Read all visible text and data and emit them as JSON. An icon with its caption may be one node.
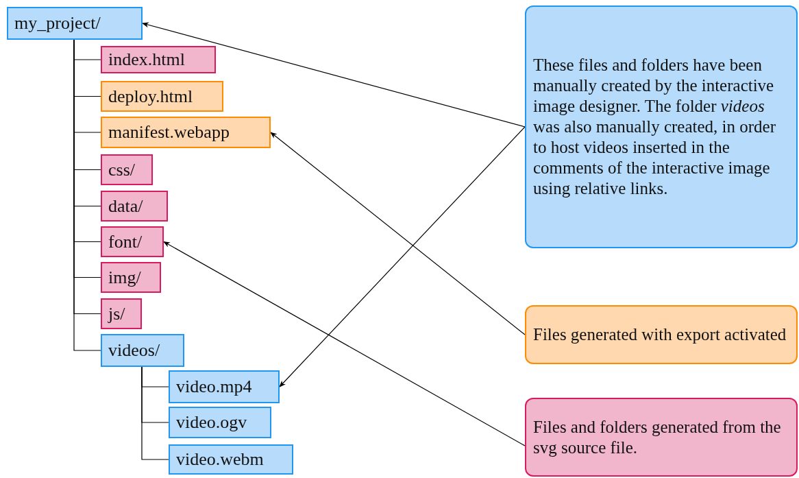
{
  "diagram": {
    "nodes": [
      {
        "text": [
          "my_project/"
        ]
      },
      {
        "text": [
          "index.html"
        ]
      },
      {
        "text": [
          "deploy.html"
        ]
      },
      {
        "text": [
          "manifest.webapp"
        ]
      },
      {
        "text": [
          "css/"
        ]
      },
      {
        "text": [
          "data/"
        ]
      },
      {
        "text": [
          "font/"
        ]
      },
      {
        "text": [
          "img/"
        ]
      },
      {
        "text": [
          "js/"
        ]
      },
      {
        "text": [
          "videos/"
        ]
      },
      {
        "text": [
          "video.mp4"
        ]
      },
      {
        "text": [
          "video.ogv"
        ]
      },
      {
        "text": [
          "video.webm"
        ]
      },
      {
        "text": [
          "These files and folders have been manually created by the interactive image designer. The folder *videos* was also manually created, in order to host videos inserted in the comments of the interactive image using relative links."
        ]
      },
      {
        "text": [
          "Files generated with export activated"
        ]
      },
      {
        "text": [
          "Files and folders generated from the svg source file."
        ]
      }
    ],
    "edges": [
      {
        "from": 0,
        "to": 1,
        "arrow": "none"
      },
      {
        "from": 0,
        "to": 2,
        "arrow": "none"
      },
      {
        "from": 0,
        "to": 3,
        "arrow": "none"
      },
      {
        "from": 0,
        "to": 4,
        "arrow": "none"
      },
      {
        "from": 0,
        "to": 5,
        "arrow": "none"
      },
      {
        "from": 0,
        "to": 6,
        "arrow": "none"
      },
      {
        "from": 0,
        "to": 7,
        "arrow": "none"
      },
      {
        "from": 0,
        "to": 8,
        "arrow": "none"
      },
      {
        "from": 0,
        "to": 9,
        "arrow": "none"
      },
      {
        "from": 9,
        "to": 10,
        "arrow": "none"
      },
      {
        "from": 9,
        "to": 11,
        "arrow": "none"
      },
      {
        "from": 9,
        "to": 12,
        "arrow": "none"
      },
      {
        "from": 13,
        "to": 0,
        "arrow": "to"
      },
      {
        "from": 13,
        "to": 10,
        "arrow": "to"
      },
      {
        "from": 14,
        "to": 3,
        "arrow": "to"
      },
      {
        "from": 15,
        "to": 6,
        "arrow": "to"
      }
    ]
  }
}
